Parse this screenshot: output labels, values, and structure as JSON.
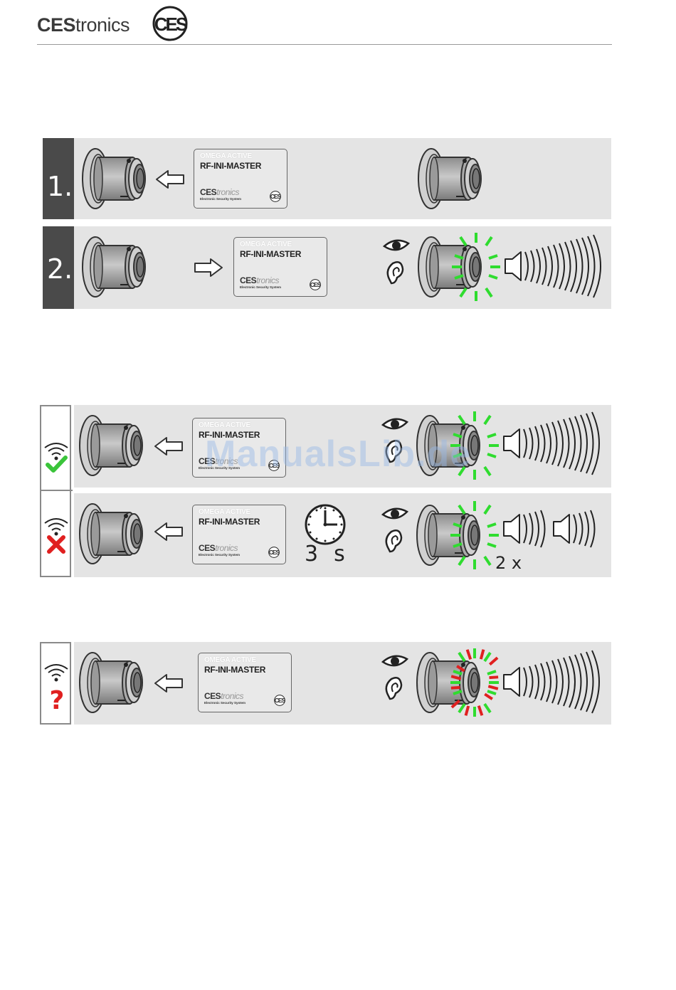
{
  "header": {
    "brand_bold": "CES",
    "brand_regular": "tronics"
  },
  "steps": [
    {
      "number": "1."
    },
    {
      "number": "2."
    }
  ],
  "card": {
    "product": "OMEGA ACTIVE",
    "title": "RF-INI-MASTER",
    "brand_bold": "CES",
    "brand_italic": "tronics",
    "subtitle": "Electronic Security System"
  },
  "timer": {
    "value": "3",
    "unit": "s"
  },
  "repeat": {
    "label": "2 x"
  },
  "watermark": "ManualsLib.de",
  "colors": {
    "led_green": "#2fdc2f",
    "led_red": "#e02020",
    "check_green": "#3ac43a",
    "cross_red": "#e02020",
    "panel_bg": "#e4e4e4",
    "step_bg": "#4a4a4a"
  },
  "icons": [
    "ces-logo",
    "cylinder-icon",
    "arrow-left-icon",
    "arrow-right-icon",
    "eye-icon",
    "ear-icon",
    "speaker-icon",
    "sound-waves-icon",
    "wifi-icon",
    "check-icon",
    "cross-icon",
    "question-icon",
    "clock-icon"
  ]
}
